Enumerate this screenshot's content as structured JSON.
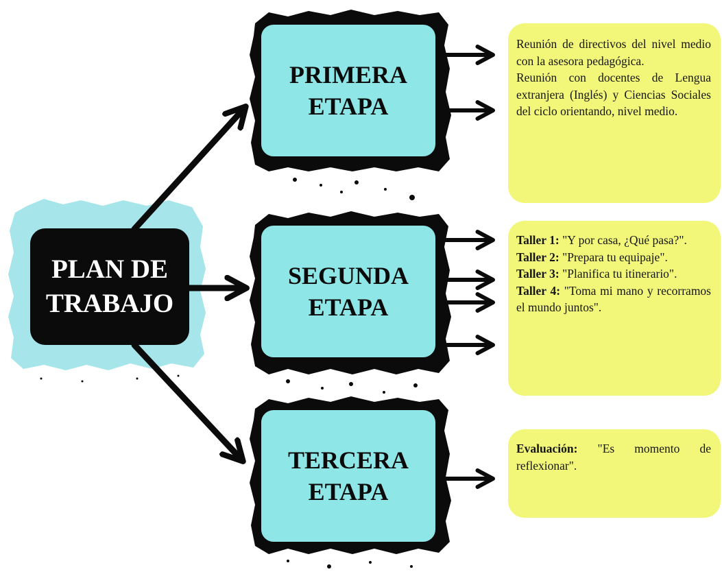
{
  "diagram": {
    "main_node": {
      "line1": "PLAN DE",
      "line2": "TRABAJO"
    },
    "stages": [
      {
        "line1": "PRIMERA",
        "line2": "ETAPA"
      },
      {
        "line1": "SEGUNDA",
        "line2": "ETAPA"
      },
      {
        "line1": "TERCERA",
        "line2": "ETAPA"
      }
    ],
    "notes": {
      "primera": [
        "Reunión de directivos del nivel medio con la asesora pedagógica.",
        "Reunión con docentes de Lengua extranjera (Inglés) y Ciencias Sociales del ciclo orientando, nivel medio."
      ],
      "segunda": [
        {
          "label": "Taller 1:",
          "text": " \"Y por casa, ¿Qué pasa?\"."
        },
        {
          "label": "Taller 2:",
          "text": " \"Prepara tu equipaje\"."
        },
        {
          "label": "Taller 3:",
          "text": " \"Planifica tu itinerario\"."
        },
        {
          "label": "Taller 4:",
          "text": " \"Toma mi mano y recorramos el mundo juntos\"."
        }
      ],
      "tercera": [
        {
          "label": "Evaluación:",
          "text": " \"Es momento de reflexionar\"."
        }
      ]
    }
  },
  "colors": {
    "main_fill": "#0b0b0b",
    "main_text": "#ffffff",
    "stage_fill": "#8fe6e6",
    "note_fill": "#f2f77a",
    "splash_fill": "#a6e6ea",
    "ink": "#0b0b0b"
  }
}
